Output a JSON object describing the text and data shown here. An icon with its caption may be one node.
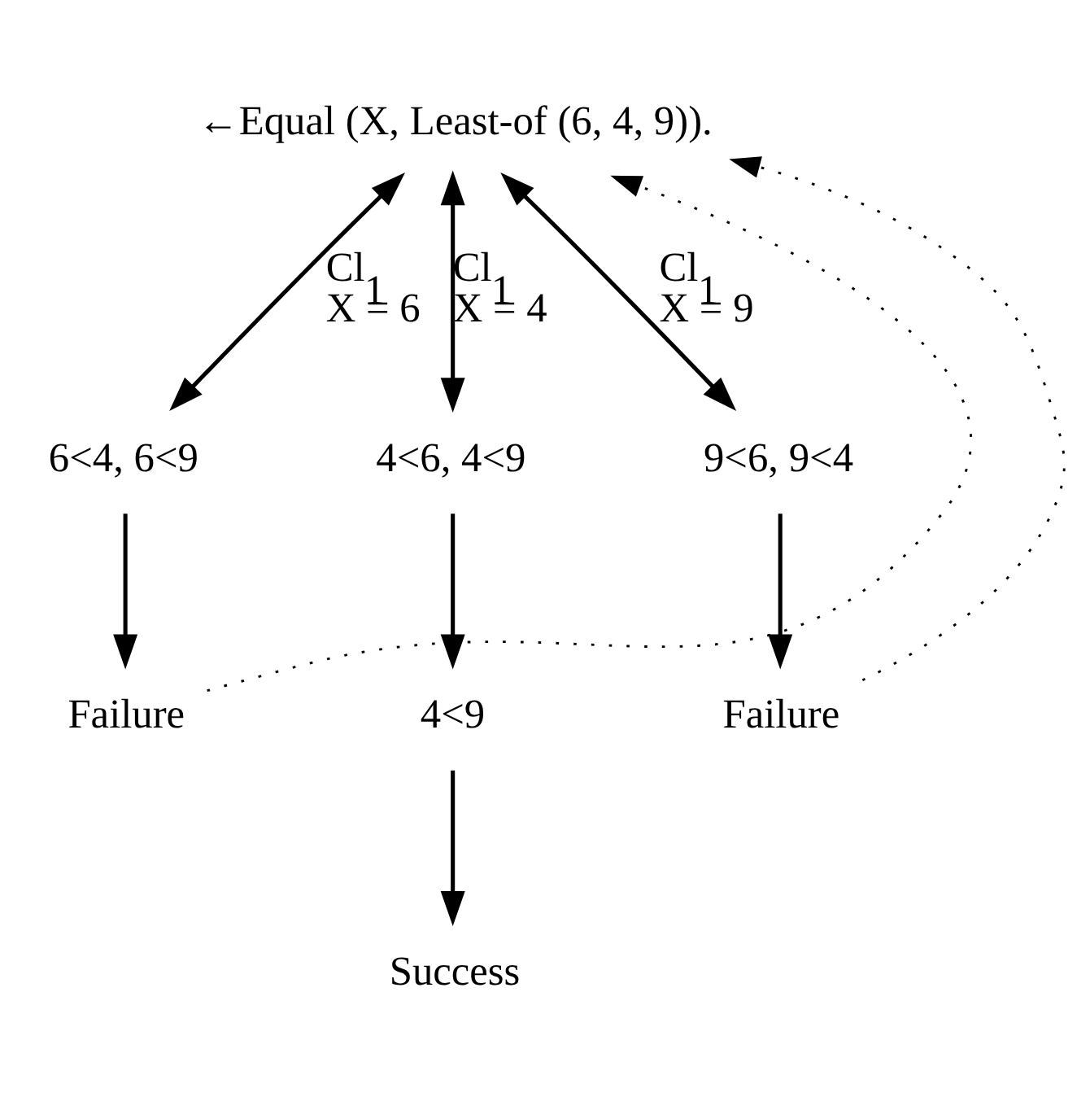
{
  "diagram": {
    "nodes": [
      {
        "text": [
          "←Equal (X, Least-of (6, 4, 9))."
        ]
      },
      {
        "text": [
          "6<4, 6<9"
        ]
      },
      {
        "text": [
          "4<6, 4<9"
        ]
      },
      {
        "text": [
          "9<6, 9<4"
        ]
      },
      {
        "text": [
          "Failure"
        ]
      },
      {
        "text": [
          "4<9"
        ]
      },
      {
        "text": [
          "Failure"
        ]
      },
      {
        "text": [
          "Success"
        ]
      }
    ],
    "edges": [
      {
        "from": 0,
        "to": 1,
        "arrow": "both",
        "label": "Cl$_{1}$ X = 6"
      },
      {
        "from": 0,
        "to": 2,
        "arrow": "both",
        "label": "Cl$_{1}$ X = 4"
      },
      {
        "from": 0,
        "to": 3,
        "arrow": "both",
        "label": "Cl$_{1}$ X = 9"
      },
      {
        "from": 1,
        "to": 4,
        "arrow": "to"
      },
      {
        "from": 2,
        "to": 5,
        "arrow": "to"
      },
      {
        "from": 5,
        "to": 7,
        "arrow": "to"
      },
      {
        "from": 3,
        "to": 6,
        "arrow": "to"
      },
      {
        "from": 4,
        "to": 0,
        "arrow": "to",
        "style": "dashed"
      },
      {
        "from": 6,
        "to": 0,
        "arrow": "to",
        "style": "dashed"
      }
    ]
  }
}
